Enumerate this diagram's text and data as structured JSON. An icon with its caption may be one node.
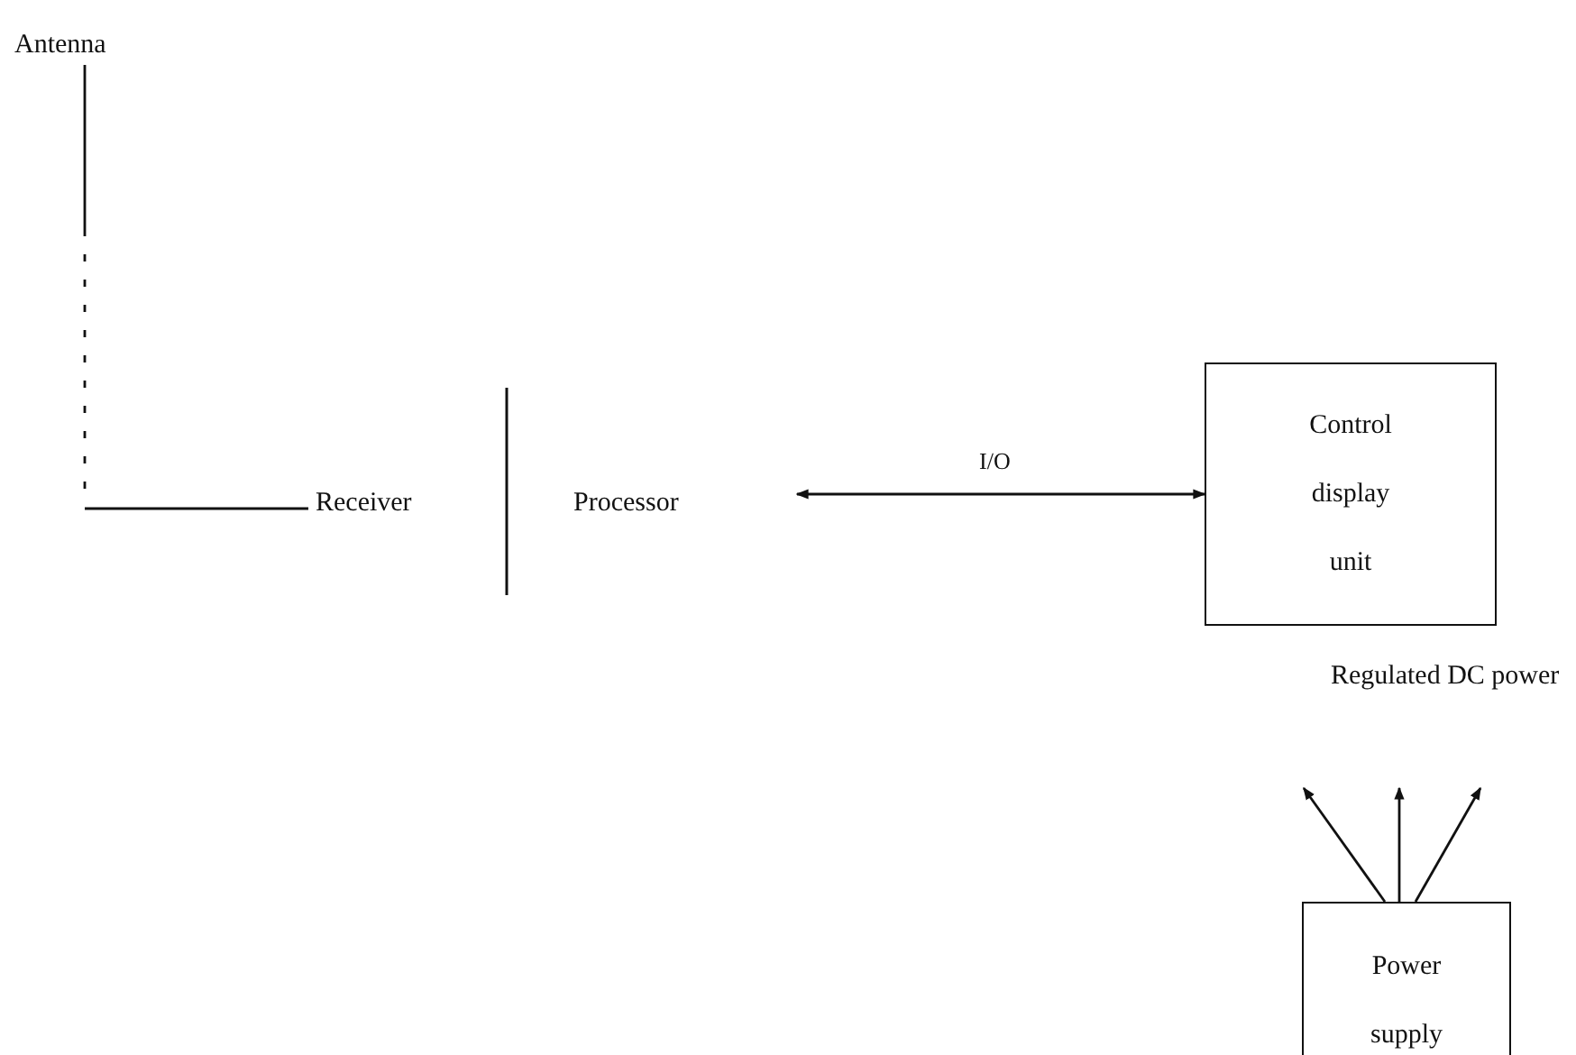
{
  "diagram": {
    "nodes": [
      {
        "text": [
          "Antenna"
        ]
      },
      {
        "text": [
          "Receiver"
        ]
      },
      {
        "text": [
          "Processor"
        ]
      },
      {
        "text": [
          "Control display unit"
        ]
      },
      {
        "text": [
          "Power supply"
        ]
      }
    ],
    "edges": [
      {
        "from": 0,
        "to": 1,
        "arrow": "none",
        "style": "dashed"
      },
      {
        "from": 2,
        "to": 3,
        "arrow": "both",
        "label": "I/O"
      },
      {
        "from": 4,
        "to": null,
        "arrow": "to"
      },
      {
        "from": 4,
        "to": null,
        "arrow": "to"
      },
      {
        "from": 4,
        "to": null,
        "arrow": "to"
      }
    ],
    "labels": [
      "Regulated DC power"
    ]
  }
}
